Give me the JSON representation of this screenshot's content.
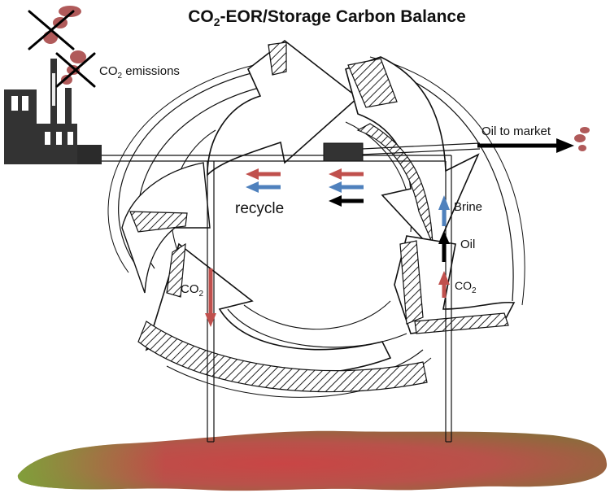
{
  "title": {
    "main": "CO",
    "sub": "2",
    "rest": "-EOR/Storage Carbon Balance"
  },
  "labels": {
    "emissions": {
      "main": "CO",
      "sub": "2",
      "rest": " emissions"
    },
    "oil_to_market": "Oil to market",
    "recycle": "recycle",
    "co2_injection": {
      "main": "CO",
      "sub": "2"
    },
    "brine": "Brine",
    "oil": "Oil",
    "co2_production": {
      "main": "CO",
      "sub": "2"
    }
  },
  "colors": {
    "co2_red": "#c0504d",
    "brine_blue": "#4f81bd",
    "oil_black": "#000000",
    "factory_dark": "#333333",
    "smoke": "#b05a5a",
    "reservoir_red": "#c44848",
    "reservoir_green": "#6f9a3a",
    "reservoir_brown": "#8a6a3a"
  },
  "icons": [
    "factory-icon",
    "smoke-icon",
    "cross-icon",
    "recycle-arrows-icon",
    "pipe-icon",
    "reservoir-icon"
  ]
}
